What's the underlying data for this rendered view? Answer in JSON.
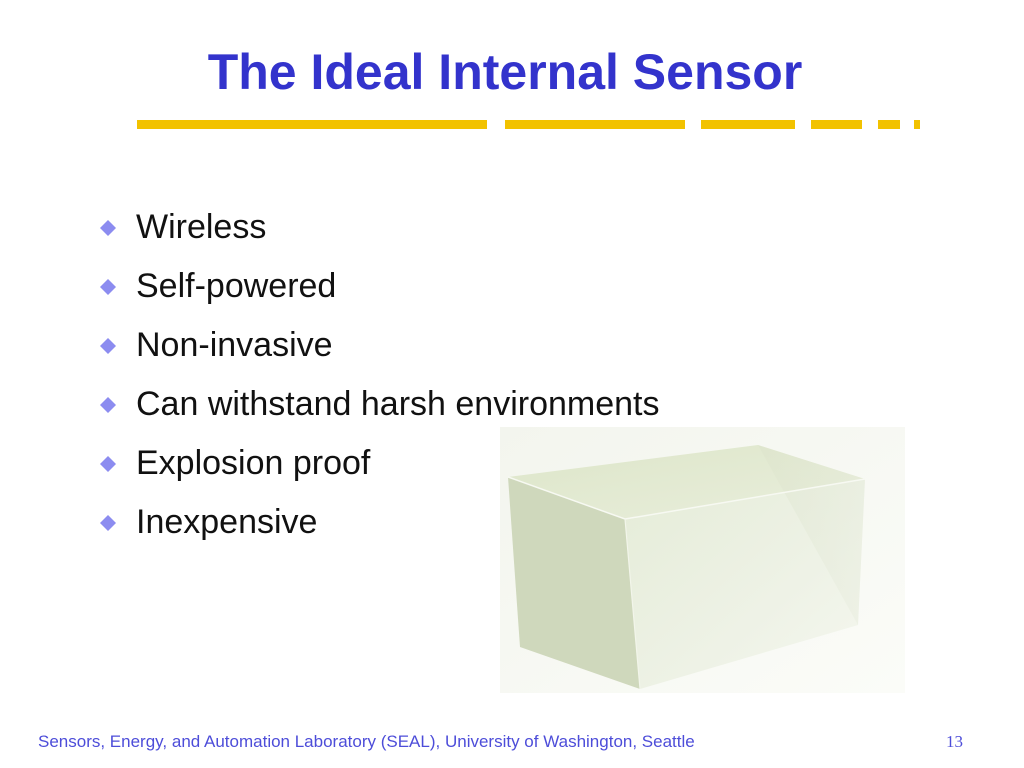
{
  "slide": {
    "title": "The Ideal Internal Sensor",
    "bullets": [
      {
        "text": "Wireless"
      },
      {
        "text": "Self-powered"
      },
      {
        "text": "Non-invasive"
      },
      {
        "text": "Can withstand harsh environments"
      },
      {
        "text": "Explosion proof"
      },
      {
        "text": "Inexpensive"
      }
    ],
    "footer": "Sensors, Energy, and Automation Laboratory (SEAL), University of Washington, Seattle",
    "page_number": "13"
  },
  "colors": {
    "title": "#3333cc",
    "accent_rule": "#f2c200",
    "bullet_icon": "#8c8cf0",
    "footer": "#4d4dd9"
  },
  "icons": {
    "bullet": "diamond-bullet-icon"
  }
}
